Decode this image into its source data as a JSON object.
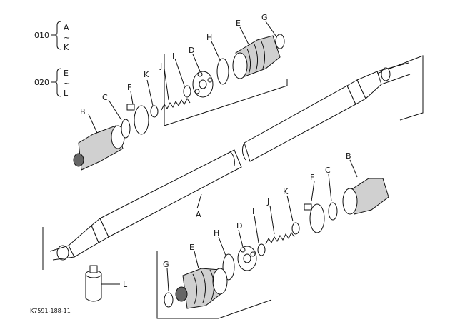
{
  "figure_id": "K7591-188-11",
  "groups": [
    {
      "code": "010",
      "from": "A",
      "tilde": "~",
      "to": "K"
    },
    {
      "code": "020",
      "from": "E",
      "tilde": "~",
      "to": "L"
    }
  ],
  "labels": {
    "A": "A",
    "B": "B",
    "C": "C",
    "D": "D",
    "E": "E",
    "F": "F",
    "G": "G",
    "H": "H",
    "I": "I",
    "J": "J",
    "K": "K",
    "L": "L"
  }
}
